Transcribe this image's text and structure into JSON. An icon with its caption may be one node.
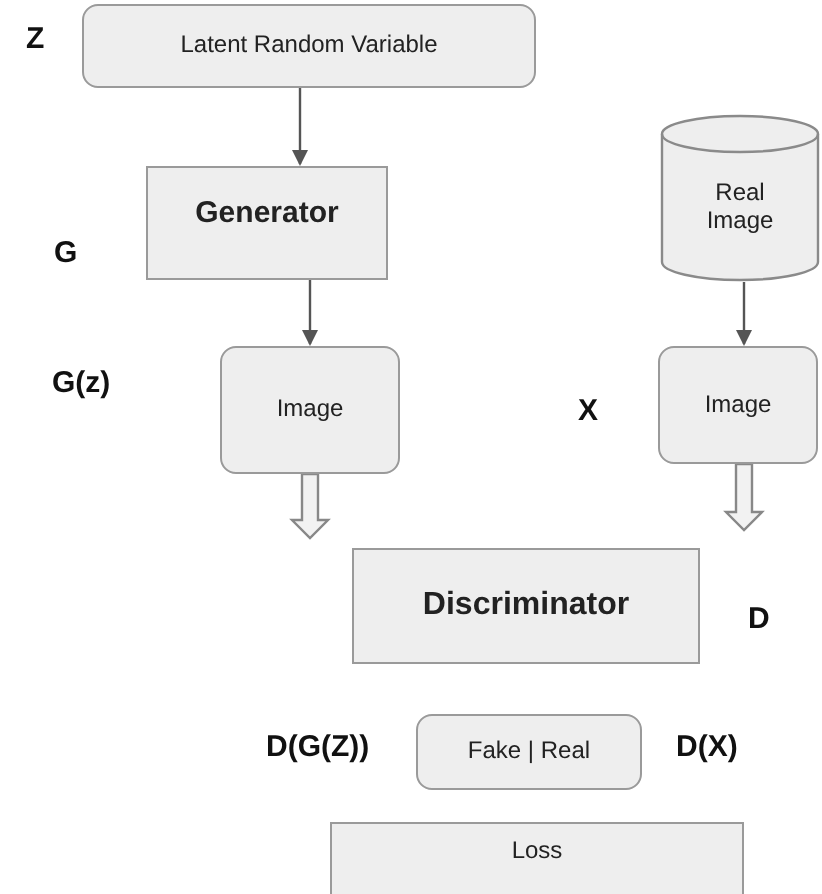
{
  "diagram": {
    "nodes": [
      {
        "text": [
          "Latent Random Variable"
        ],
        "beside": [
          "Z"
        ]
      },
      {
        "text": [
          "Real Image"
        ]
      },
      {
        "text": [
          "Generator"
        ],
        "beside": [
          "G"
        ]
      },
      {
        "text": [
          "Image"
        ],
        "beside": [
          "G(z)"
        ]
      },
      {
        "text": [
          "Image"
        ],
        "beside": [
          "X"
        ]
      },
      {
        "text": [
          "Discriminator"
        ],
        "beside": [
          "D"
        ]
      },
      {
        "text": [
          "Fake | Real"
        ],
        "beside": [
          "D(G(Z))",
          "D(X)"
        ]
      },
      {
        "text": [
          "Loss"
        ]
      }
    ],
    "edges": [
      {
        "from": 0,
        "to": 2,
        "arrow": "to"
      },
      {
        "from": 2,
        "to": 3,
        "arrow": "to"
      },
      {
        "from": 1,
        "to": 4,
        "arrow": "to"
      },
      {
        "from": 3,
        "to": null,
        "arrow": "to",
        "style": "thick"
      },
      {
        "from": 4,
        "to": null,
        "arrow": "to",
        "style": "thick"
      }
    ]
  }
}
